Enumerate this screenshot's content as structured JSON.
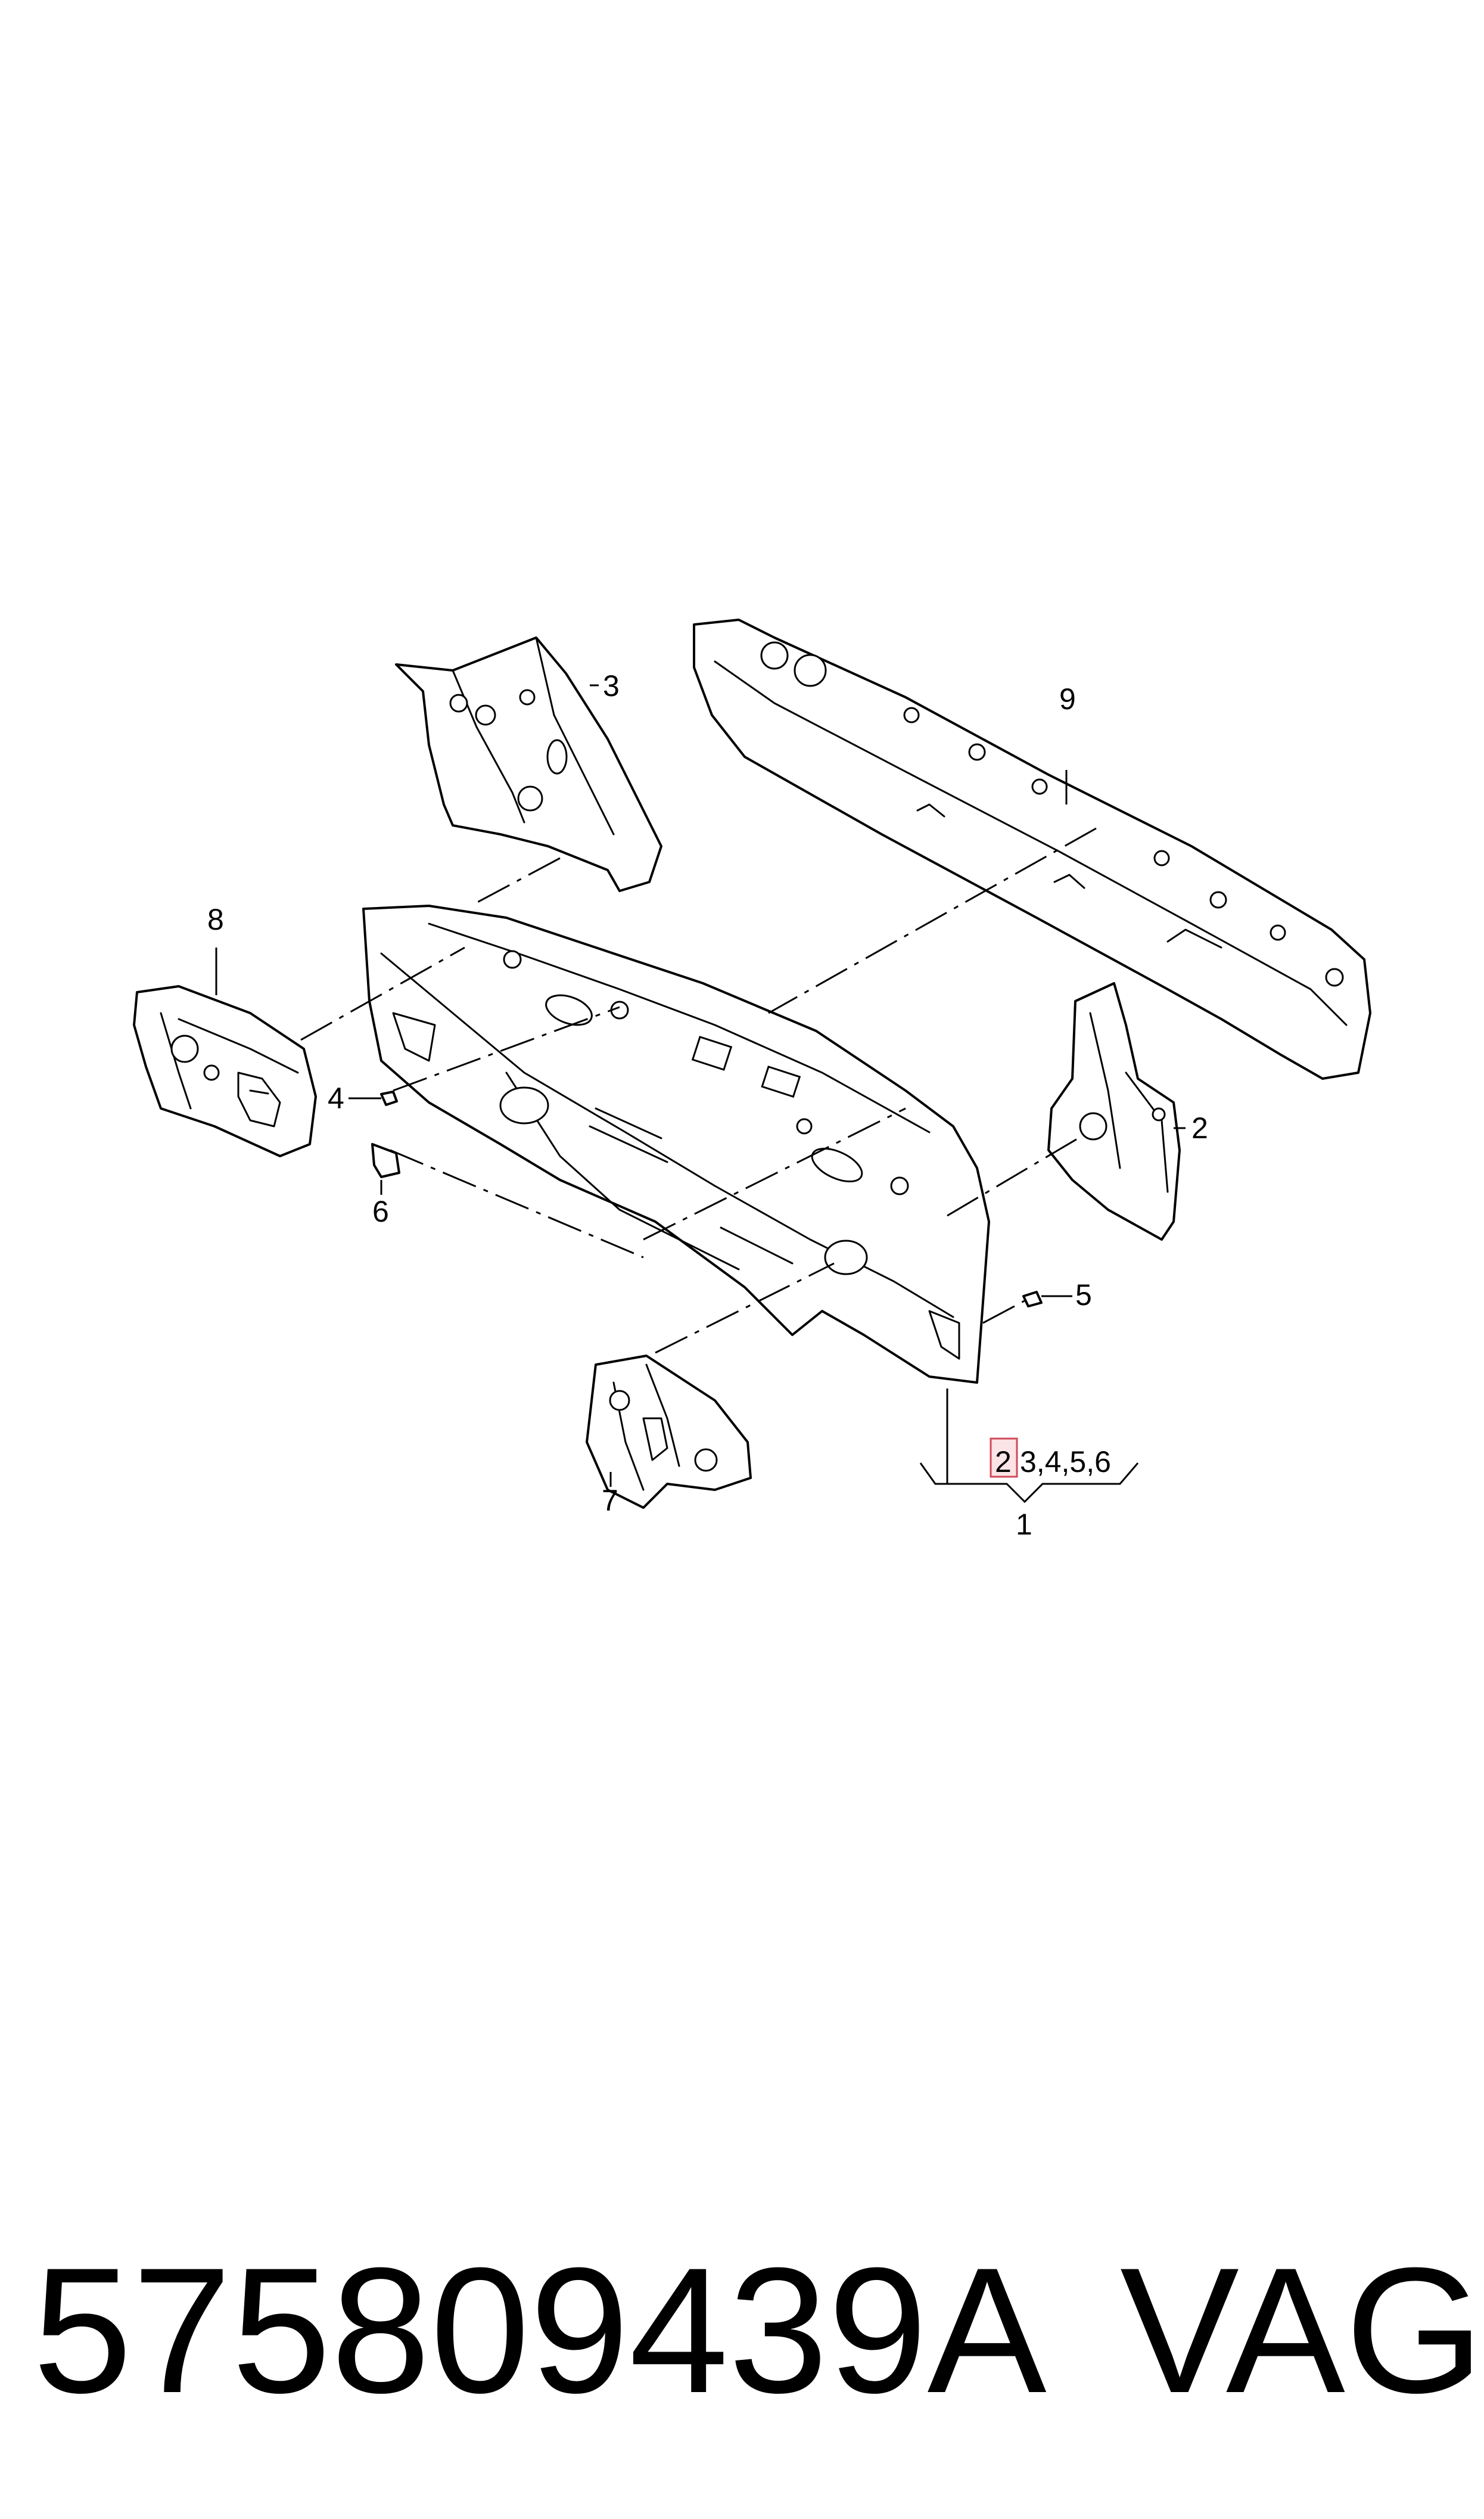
{
  "diagram": {
    "callouts": {
      "c1": "1",
      "c2": "2",
      "c3": "3",
      "c4": "4",
      "c5": "5",
      "c6": "6",
      "c7": "7",
      "c8": "8",
      "c9": "9"
    },
    "group_label": {
      "highlighted": "2",
      "rest": "3,4,5,6"
    },
    "highlight_color": "#d04a5a"
  },
  "footer": {
    "part_number": "575809439A",
    "brand": "VAG"
  }
}
